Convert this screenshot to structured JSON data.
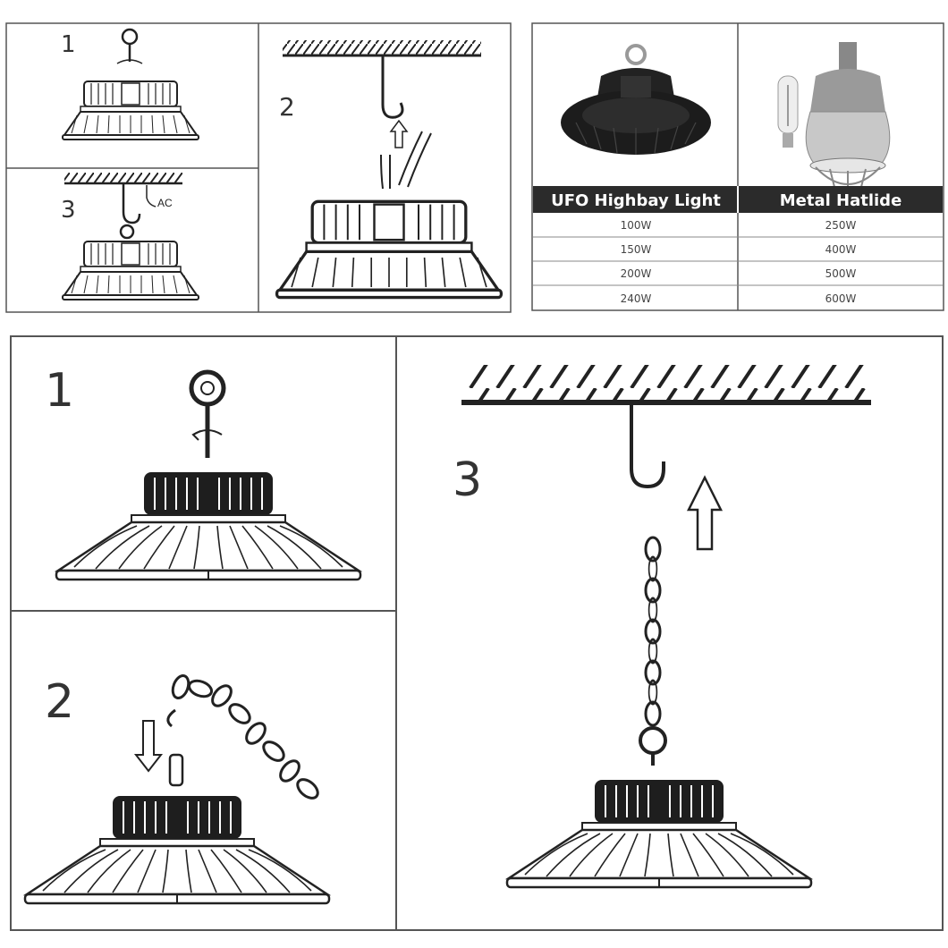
{
  "top_left": {
    "steps": [
      {
        "number": "1"
      },
      {
        "number": "2"
      },
      {
        "number": "3"
      }
    ],
    "cable_label": "AC"
  },
  "comparison_table": {
    "headers": [
      "UFO Highbay Light",
      "Metal Hatlide"
    ],
    "rows": [
      [
        "100W",
        "250W"
      ],
      [
        "150W",
        "400W"
      ],
      [
        "200W",
        "500W"
      ],
      [
        "240W",
        "600W"
      ]
    ]
  },
  "bottom": {
    "steps": [
      {
        "number": "1"
      },
      {
        "number": "2"
      },
      {
        "number": "3"
      }
    ]
  },
  "colors": {
    "header_bg": "#2b2b2b",
    "line": "#222222",
    "frame": "#555555"
  },
  "icons": [
    "eye-bolt-icon",
    "hook-icon",
    "chain-icon",
    "up-arrow-icon",
    "down-arrow-icon",
    "ceiling-icon",
    "ufo-highbay-lamp-icon",
    "metal-halide-lamp-icon"
  ]
}
